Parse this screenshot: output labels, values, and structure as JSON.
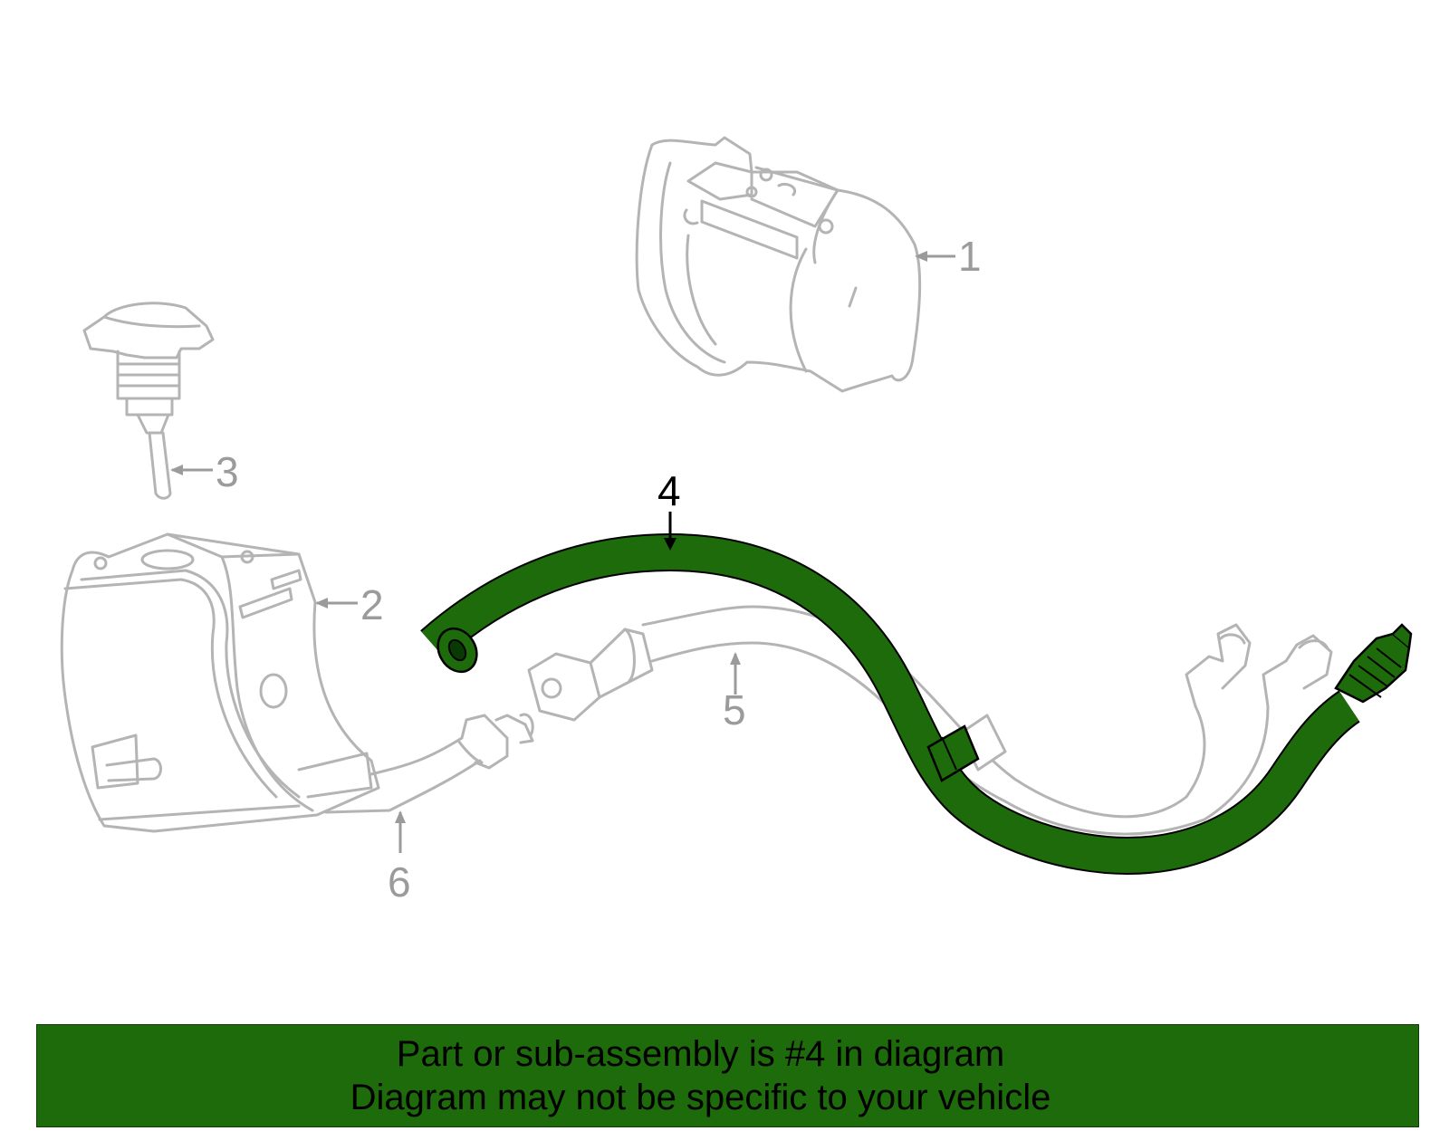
{
  "diagram": {
    "callouts": [
      {
        "id": "1",
        "label": "1"
      },
      {
        "id": "2",
        "label": "2"
      },
      {
        "id": "3",
        "label": "3"
      },
      {
        "id": "4",
        "label": "4"
      },
      {
        "id": "5",
        "label": "5"
      },
      {
        "id": "6",
        "label": "6"
      }
    ],
    "highlighted_part": "4",
    "colors": {
      "highlight": "#1d6b0b",
      "highlight_outline": "#000000",
      "line_art": "#b4b4b4",
      "callout_text": "#9b9b9b",
      "banner_bg": "#1d6b0b"
    }
  },
  "banner": {
    "line1": "Part or sub-assembly is #4 in diagram",
    "line2": "Diagram may not be specific to your vehicle"
  }
}
